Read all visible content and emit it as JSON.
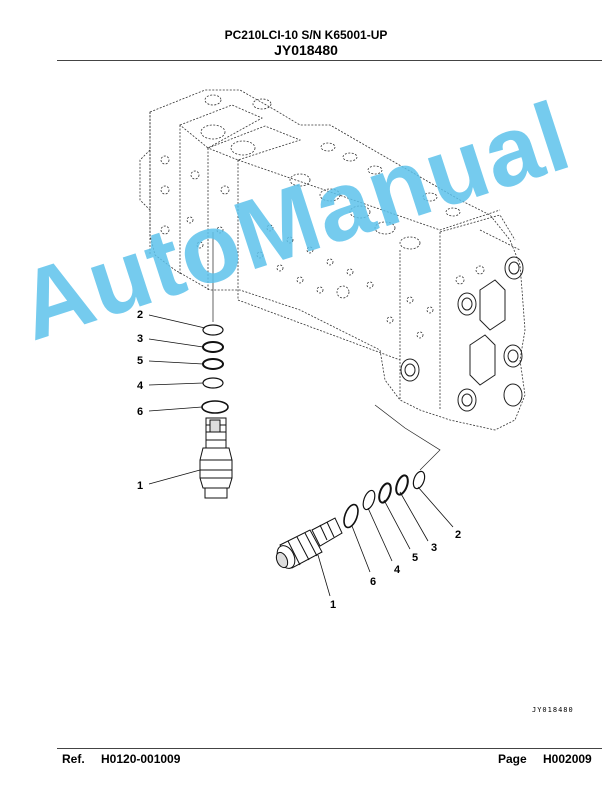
{
  "header": {
    "model": "PC210LCI-10 S/N K65001-UP",
    "illustration_id": "JY018480"
  },
  "callouts": {
    "left": [
      "2",
      "3",
      "5",
      "4",
      "6",
      "1"
    ],
    "right": [
      "2",
      "3",
      "5",
      "4",
      "6",
      "1"
    ]
  },
  "drawing_code": "JY018480",
  "watermark": "AutoManual",
  "footer": {
    "ref_label": "Ref.",
    "ref_value": "H0120-001009",
    "page_label": "Page",
    "page_value": "H002009"
  }
}
